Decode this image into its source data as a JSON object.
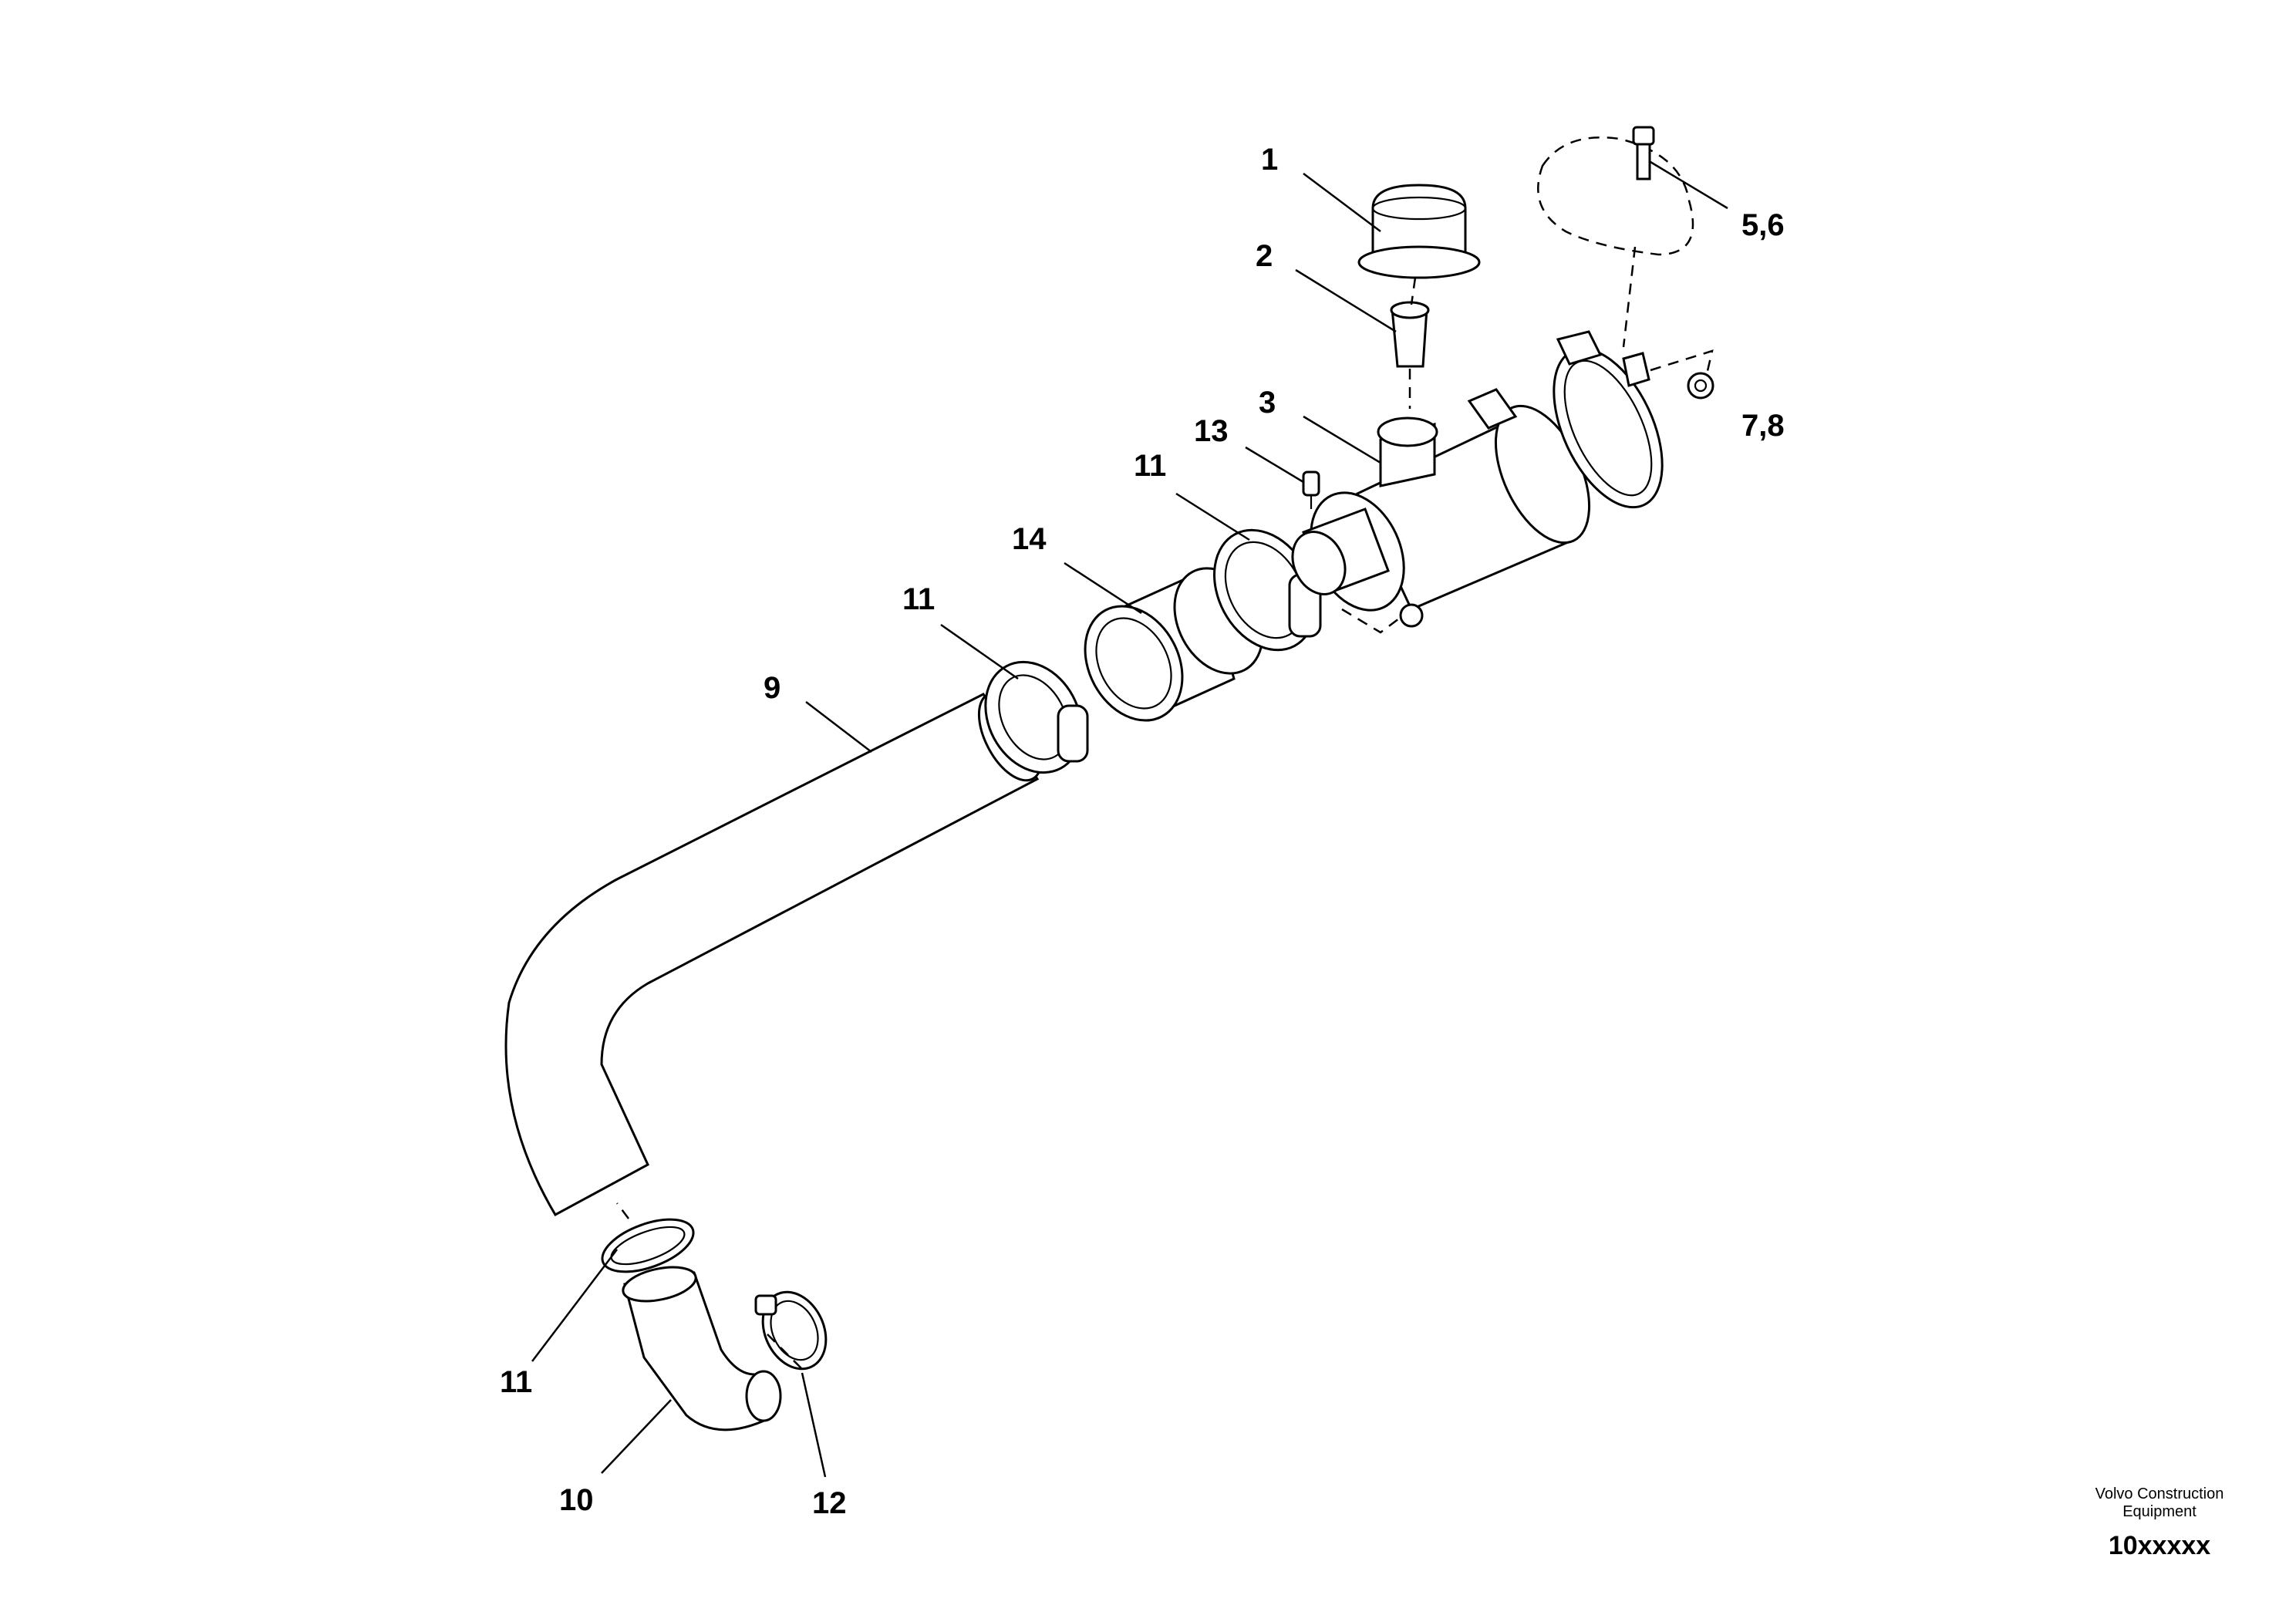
{
  "labels": {
    "p1": "1",
    "p2": "2",
    "p3": "3",
    "p56": "5,6",
    "p78": "7,8",
    "p13": "13",
    "p11a": "11",
    "p14": "14",
    "p11b": "11",
    "p9": "9",
    "p11c": "11",
    "p10": "10",
    "p12": "12"
  },
  "footer": {
    "company_line1": "Volvo Construction",
    "company_line2": "Equipment",
    "code": "10xxxxx"
  }
}
